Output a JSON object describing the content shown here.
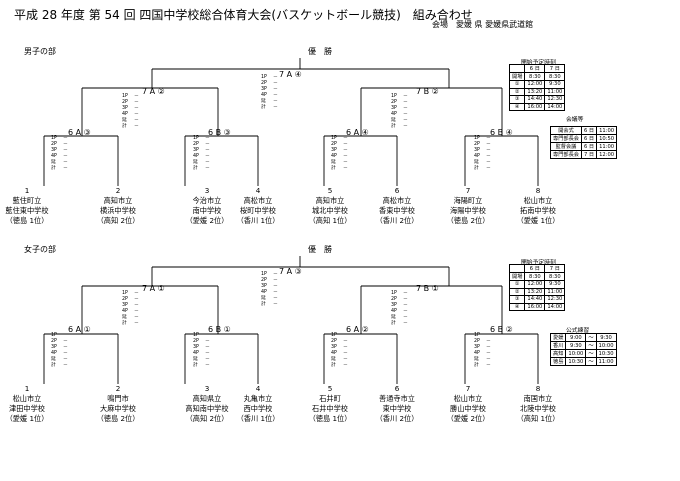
{
  "title": "平成 28 年度 第 54 回 四国中学校総合体育大会(バスケットボール競技)　組み合わせ",
  "venue": "会場　愛媛 県 愛媛県武道館",
  "winner_label": "優　勝",
  "period_labels": [
    "1P",
    "2P",
    "3P",
    "4P",
    "延",
    "計"
  ],
  "dash": "－",
  "boys": {
    "label": "男子の部",
    "final": "7 A ④",
    "semi_left": "7 A ②",
    "semi_right": "7 B ②",
    "qf": [
      "6 A ③",
      "6 B ③",
      "6 A ④",
      "6 B ④"
    ],
    "teams": [
      {
        "num": "1",
        "l1": "藍住町立",
        "l2": "藍住東中学校",
        "l3": "（徳島 1位）"
      },
      {
        "num": "2",
        "l1": "高知市立",
        "l2": "横浜中学校",
        "l3": "（高知 2位）"
      },
      {
        "num": "3",
        "l1": "今治市立",
        "l2": "南中学校",
        "l3": "（愛媛 2位）"
      },
      {
        "num": "4",
        "l1": "高松市立",
        "l2": "桜町中学校",
        "l3": "（香川 1位）"
      },
      {
        "num": "5",
        "l1": "高知市立",
        "l2": "城北中学校",
        "l3": "（高知 1位）"
      },
      {
        "num": "6",
        "l1": "高松市立",
        "l2": "香東中学校",
        "l3": "（香川 2位）"
      },
      {
        "num": "7",
        "l1": "海陽町立",
        "l2": "海陽中学校",
        "l3": "（徳島 2位）"
      },
      {
        "num": "8",
        "l1": "松山市立",
        "l2": "拓南中学校",
        "l3": "（愛媛 1位）"
      }
    ]
  },
  "girls": {
    "label": "女子の部",
    "final": "7 A ③",
    "semi_left": "7 A ①",
    "semi_right": "7 B ①",
    "qf": [
      "6 A ①",
      "6 B ①",
      "6 A ②",
      "6 B ②"
    ],
    "teams": [
      {
        "num": "1",
        "l1": "松山市立",
        "l2": "津田中学校",
        "l3": "（愛媛 1位）"
      },
      {
        "num": "2",
        "l1": "鳴門市",
        "l2": "大麻中学校",
        "l3": "（徳島 2位）"
      },
      {
        "num": "3",
        "l1": "高知県立",
        "l2": "高知南中学校",
        "l3": "（高知 2位）"
      },
      {
        "num": "4",
        "l1": "丸亀市立",
        "l2": "西中学校",
        "l3": "（香川 1位）"
      },
      {
        "num": "5",
        "l1": "石井町",
        "l2": "石井中学校",
        "l3": "（徳島 1位）"
      },
      {
        "num": "6",
        "l1": "善通寺市立",
        "l2": "東中学校",
        "l3": "（香川 2位）"
      },
      {
        "num": "7",
        "l1": "松山市立",
        "l2": "勝山中学校",
        "l3": "（愛媛 2位）"
      },
      {
        "num": "8",
        "l1": "南国市立",
        "l2": "北陵中学校",
        "l3": "（高知 1位）"
      }
    ]
  },
  "schedule": {
    "caption": "開始予定時刻",
    "headers": [
      "",
      "6 日",
      "7 日"
    ],
    "rows": [
      [
        "開場",
        "8:30",
        "8:30"
      ],
      [
        "①",
        "12:00",
        "9:30"
      ],
      [
        "②",
        "13:20",
        "11:00"
      ],
      [
        "③",
        "14:40",
        "12:30"
      ],
      [
        "④",
        "16:00",
        "14:00"
      ]
    ]
  },
  "meetings": {
    "caption": "会議等",
    "rows": [
      [
        "開会式",
        "6 日",
        "11:00"
      ],
      [
        "専門部長会",
        "6 日",
        "10:50"
      ],
      [
        "監督会議",
        "6 日",
        "11:00"
      ],
      [
        "専門部長会",
        "7 日",
        "12:00"
      ]
    ]
  },
  "practice": {
    "caption": "公式練習",
    "rows": [
      [
        "愛媛",
        "9:00",
        "～",
        "9:30"
      ],
      [
        "香川",
        "9:30",
        "～",
        "10:00"
      ],
      [
        "高知",
        "10:00",
        "～",
        "10:30"
      ],
      [
        "徳島",
        "10:30",
        "～",
        "11:00"
      ]
    ]
  }
}
